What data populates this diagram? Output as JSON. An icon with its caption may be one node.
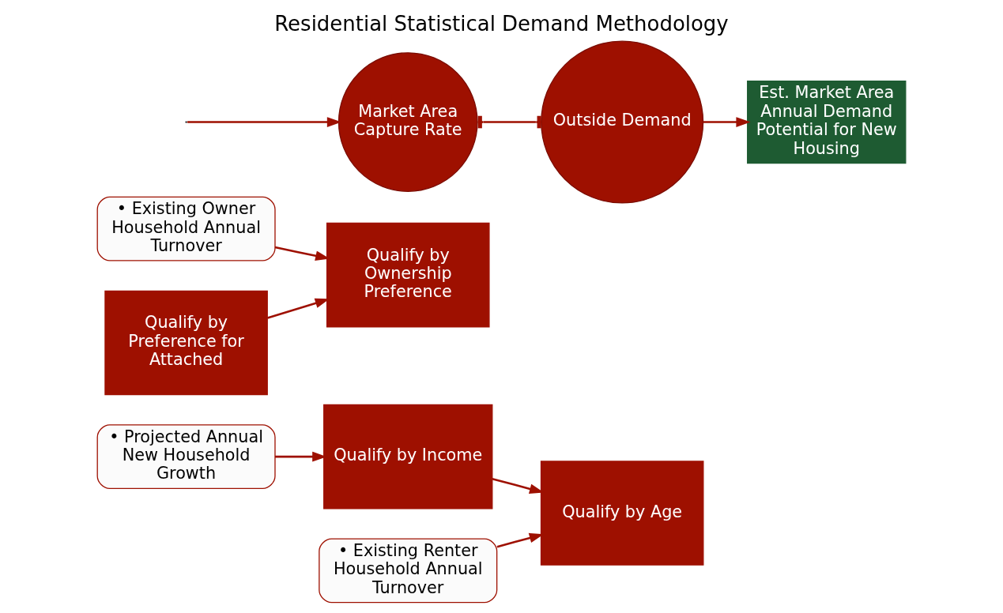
{
  "diagram": {
    "title": "Residential Statistical Demand Methodology",
    "nodes": [
      {
        "text": [
          "• Projected Annual New Household Growth"
        ]
      },
      {
        "text": [
          "• Existing Renter Household Annual Turnover"
        ]
      },
      {
        "text": [
          "• Existing Owner Household Annual Turnover"
        ]
      },
      {
        "text": [
          "Qualify by Income"
        ]
      },
      {
        "text": [
          "Qualify by Age"
        ]
      },
      {
        "text": [
          "Qualify by Ownership Preference"
        ]
      },
      {
        "text": [
          "Qualify by Preference for Attached"
        ]
      },
      {
        "text": [
          "Market Area Capture Rate"
        ]
      },
      {
        "text": [
          "Outside Demand"
        ]
      },
      {
        "text": [
          "Est. Market Area Annual Demand Potential for New Housing"
        ]
      }
    ],
    "edges": [
      {
        "from": 0,
        "to": 3,
        "arrow": "to"
      },
      {
        "from": 1,
        "to": 4,
        "arrow": "to"
      },
      {
        "from": 2,
        "to": 5,
        "arrow": "to"
      },
      {
        "from": 3,
        "to": 4,
        "arrow": "to"
      },
      {
        "from": 6,
        "to": 5,
        "arrow": "to"
      },
      {
        "from": null,
        "to": 7,
        "arrow": "to"
      },
      {
        "from": 7,
        "to": 8,
        "arrow": "other"
      },
      {
        "from": 8,
        "to": 9,
        "arrow": "to"
      }
    ]
  }
}
